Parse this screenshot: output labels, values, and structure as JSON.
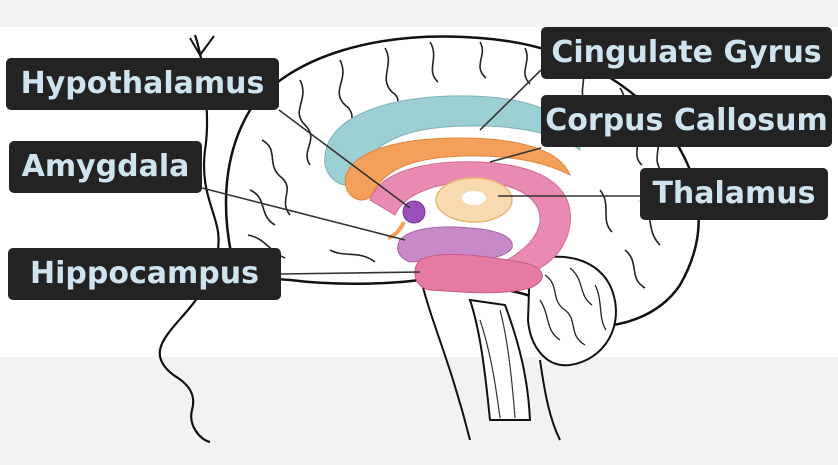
{
  "labels": {
    "cingulate_gyrus": "Cingulate Gyrus",
    "corpus_callosum": "Corpus Callosum",
    "hypothalamus": "Hypothalamus",
    "amygdala": "Amygdala",
    "thalamus": "Thalamus",
    "hippocampus": "Hippocampus"
  },
  "colors": {
    "label_bg": "#232323",
    "label_text": "#cfe4ee",
    "cingulate_gyrus": "#9ccfd3",
    "corpus_callosum": "#f4a05a",
    "hypothalamus": "#9b4fb8",
    "amygdala": "#c889c9",
    "thalamus": "#f8d9b0",
    "hippocampus": "#e57ba3"
  }
}
